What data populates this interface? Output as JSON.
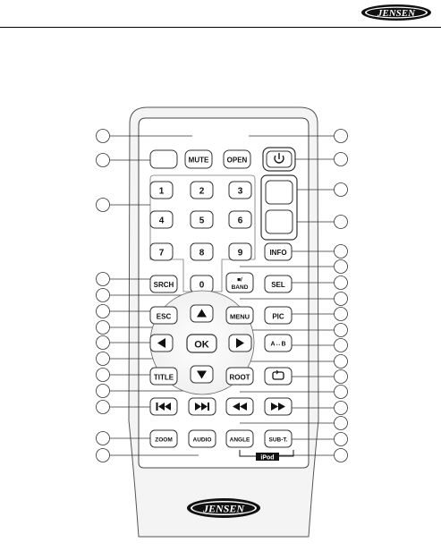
{
  "header": {
    "brand": "JENSEN"
  },
  "remote": {
    "brand": "JENSEN",
    "ipod_label": "iPod",
    "buttons": {
      "mute": "MUTE",
      "open": "OPEN",
      "n1": "1",
      "n2": "2",
      "n3": "3",
      "n4": "4",
      "n5": "5",
      "n6": "6",
      "n7": "7",
      "n8": "8",
      "n9": "9",
      "n0": "0",
      "info": "INFO",
      "srch": "SRCH",
      "band_top": "■/",
      "band": "BAND",
      "sel": "SEL",
      "esc": "ESC",
      "menu": "MENU",
      "pic": "PIC",
      "ok": "OK",
      "ab": "A↔B",
      "title": "TITLE",
      "root": "ROOT",
      "zoom": "ZOOM",
      "audio": "AUDIO",
      "angle": "ANGLE",
      "subt": "SUB-T."
    }
  }
}
